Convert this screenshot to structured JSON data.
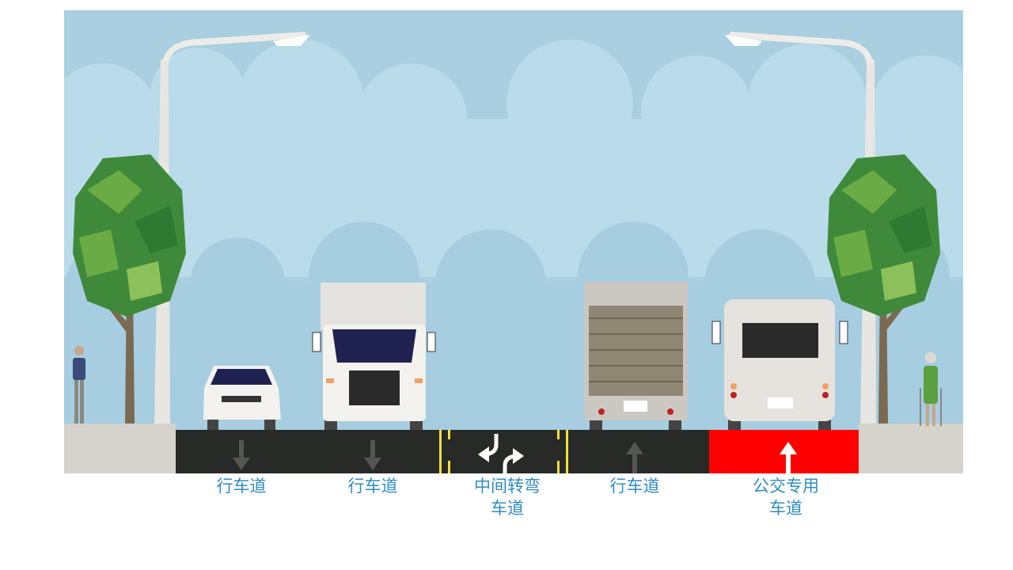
{
  "colors": {
    "sky": "#a9cfe0",
    "cloud": "#bcdceb",
    "road": "#282a27",
    "bus_lane": "#ff0000",
    "sidewalk": "#d6d3cd",
    "lane_line": "#f2e03a",
    "label": "#2f8cc3"
  },
  "lanes": [
    {
      "label_line1": "行车道",
      "label_line2": "",
      "direction": "down",
      "icon": "arrow-down-icon"
    },
    {
      "label_line1": "行车道",
      "label_line2": "",
      "direction": "down",
      "icon": "arrow-down-icon"
    },
    {
      "label_line1": "中间转弯",
      "label_line2": "车道",
      "direction": "two-way-left-turn",
      "icon": "turn-arrows-icon"
    },
    {
      "label_line1": "行车道",
      "label_line2": "",
      "direction": "up",
      "icon": "arrow-up-icon"
    },
    {
      "label_line1": "公交专用",
      "label_line2": "车道",
      "direction": "up",
      "icon": "arrow-up-icon"
    }
  ]
}
